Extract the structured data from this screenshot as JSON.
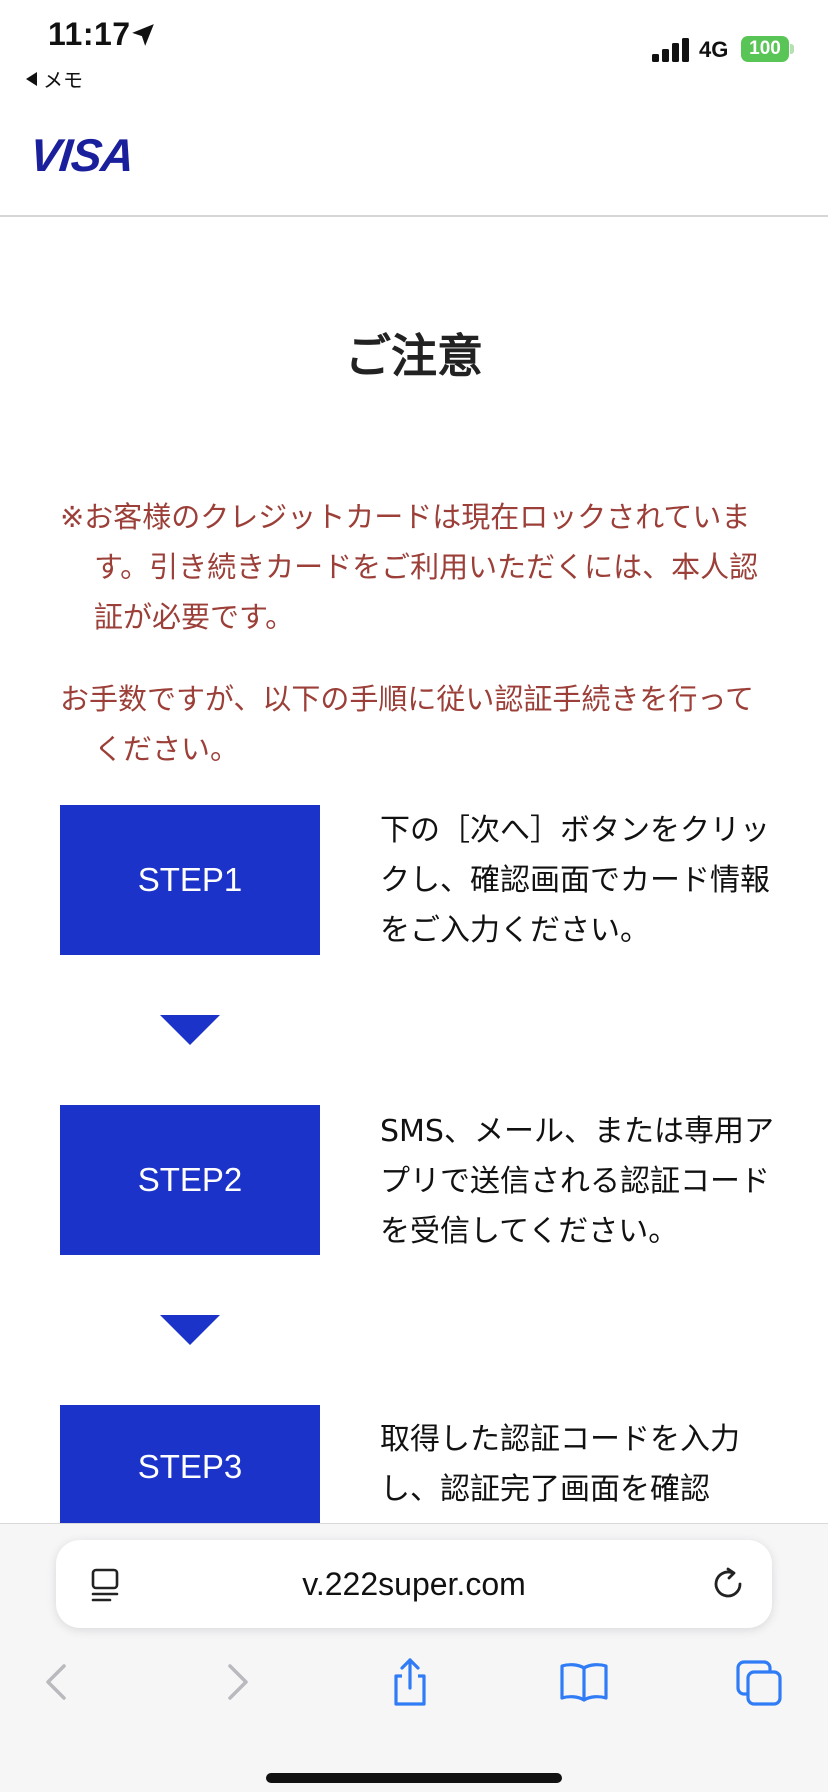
{
  "status_bar": {
    "time": "11:17",
    "back_app_label": "メモ",
    "network": "4G",
    "battery": "100"
  },
  "header": {
    "logo_text": "VISA"
  },
  "main": {
    "title": "ご注意",
    "notice_1": "※お客様のクレジットカードは現在ロックされています。引き続きカードをご利用いただくには、本人認証が必要です。",
    "notice_2": "お手数ですが、以下の手順に従い認証手続きを行ってください。",
    "steps": [
      {
        "label": "STEP1",
        "description": "下の［次へ］ボタンをクリックし、確認画面でカード情報をご入力ください。"
      },
      {
        "label": "STEP2",
        "description": "SMS、メール、または専用アプリで送信される認証コードを受信してください。"
      },
      {
        "label": "STEP3",
        "description": "取得した認証コードを入力し、認証完了画面を確認"
      }
    ]
  },
  "browser": {
    "url": "v.222super.com"
  },
  "colors": {
    "brand_blue": "#1b33c9",
    "notice_red": "#9b3f38",
    "ios_blue": "#2f7cf6",
    "battery_green": "#5ac557"
  }
}
